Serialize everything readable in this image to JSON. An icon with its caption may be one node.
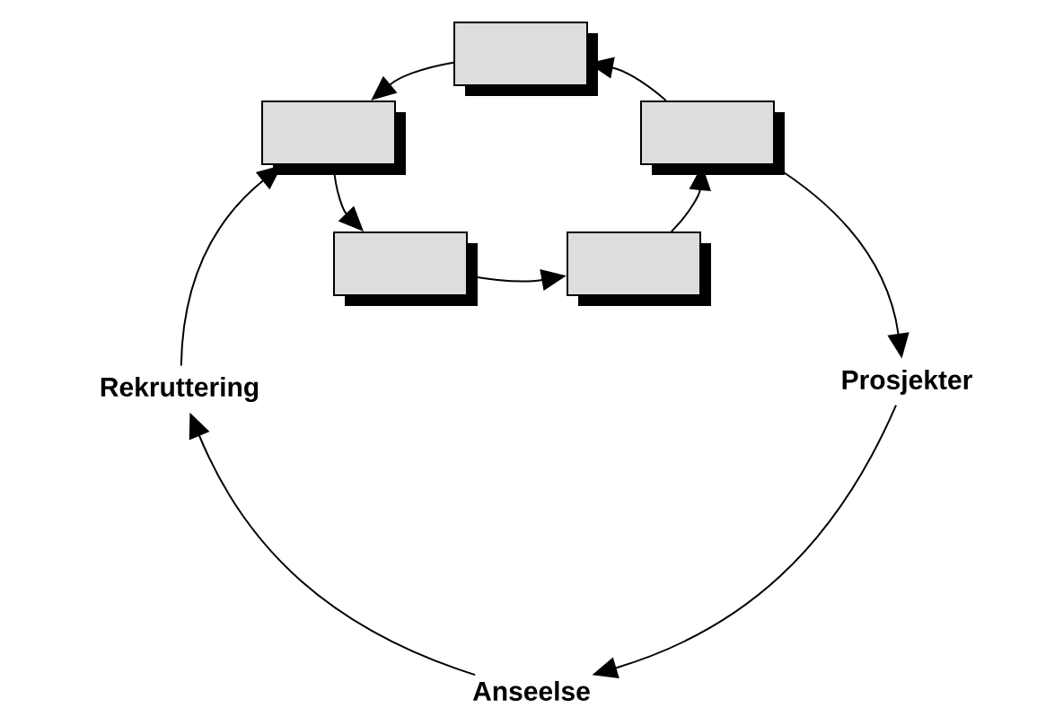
{
  "diagram": {
    "nodes": [
      {
        "text": [],
        "shape": "box"
      },
      {
        "text": [],
        "shape": "box"
      },
      {
        "text": [],
        "shape": "box"
      },
      {
        "text": [],
        "shape": "box"
      },
      {
        "text": [],
        "shape": "box"
      },
      {
        "text": [
          "Prosjekter"
        ]
      },
      {
        "text": [
          "Anseelse"
        ]
      },
      {
        "text": [
          "Rekruttering"
        ]
      }
    ],
    "edges": [
      {
        "from": 0,
        "to": 1,
        "arrow": "to"
      },
      {
        "from": 1,
        "to": 2,
        "arrow": "to"
      },
      {
        "from": 2,
        "to": 3,
        "arrow": "to"
      },
      {
        "from": 3,
        "to": 4,
        "arrow": "to"
      },
      {
        "from": 4,
        "to": 0,
        "arrow": "to"
      },
      {
        "from": 4,
        "to": 5,
        "arrow": "to"
      },
      {
        "from": 5,
        "to": 6,
        "arrow": "to"
      },
      {
        "from": 6,
        "to": 7,
        "arrow": "to"
      },
      {
        "from": 7,
        "to": 1,
        "arrow": "to"
      }
    ]
  }
}
